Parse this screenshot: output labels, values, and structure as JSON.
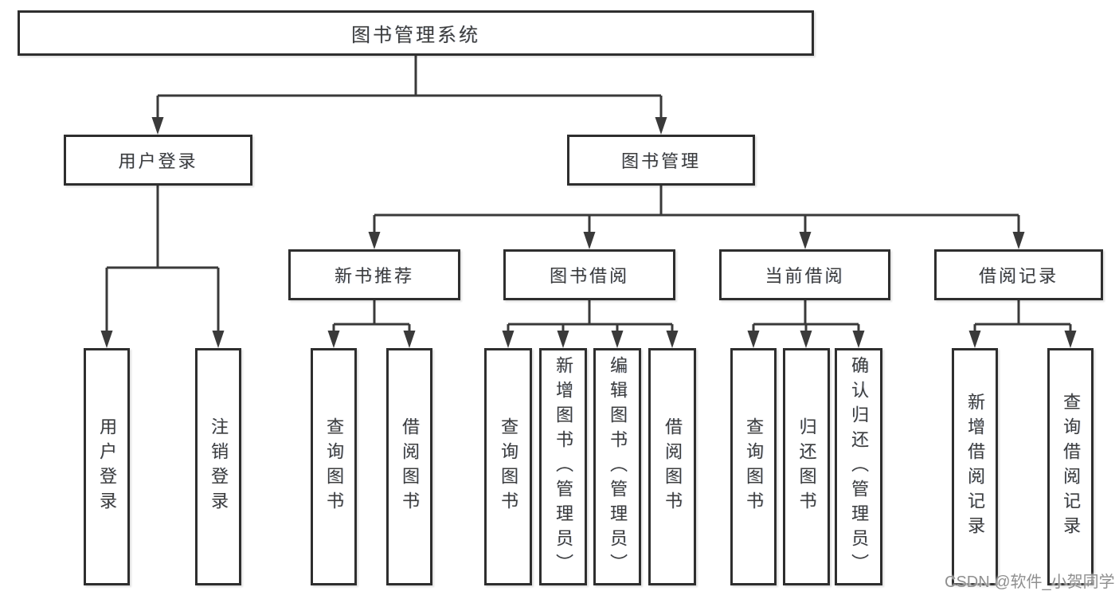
{
  "tree": {
    "label": "图书管理系统",
    "children": [
      {
        "label": "用户登录",
        "children": [
          {
            "label": "用户登录"
          },
          {
            "label": "注销登录"
          }
        ]
      },
      {
        "label": "图书管理",
        "children": [
          {
            "label": "新书推荐",
            "children": [
              {
                "label": "查询图书"
              },
              {
                "label": "借阅图书"
              }
            ]
          },
          {
            "label": "图书借阅",
            "children": [
              {
                "label": "查询图书"
              },
              {
                "label": "新增图书（管理员）"
              },
              {
                "label": "编辑图书（管理员）"
              },
              {
                "label": "借阅图书"
              }
            ]
          },
          {
            "label": "当前借阅",
            "children": [
              {
                "label": "查询图书"
              },
              {
                "label": "归还图书"
              },
              {
                "label": "确认归还（管理员）"
              }
            ]
          },
          {
            "label": "借阅记录",
            "children": [
              {
                "label": "新增借阅记录"
              },
              {
                "label": "查询借阅记录"
              }
            ]
          }
        ]
      }
    ]
  },
  "watermark": "CSDN @软件_小贺同学",
  "colors": {
    "line": "#3a3a3a",
    "box_border": "#2e2e2e",
    "text": "#3c3c3c",
    "watermark": "#8f8f8f",
    "background": "#ffffff"
  }
}
